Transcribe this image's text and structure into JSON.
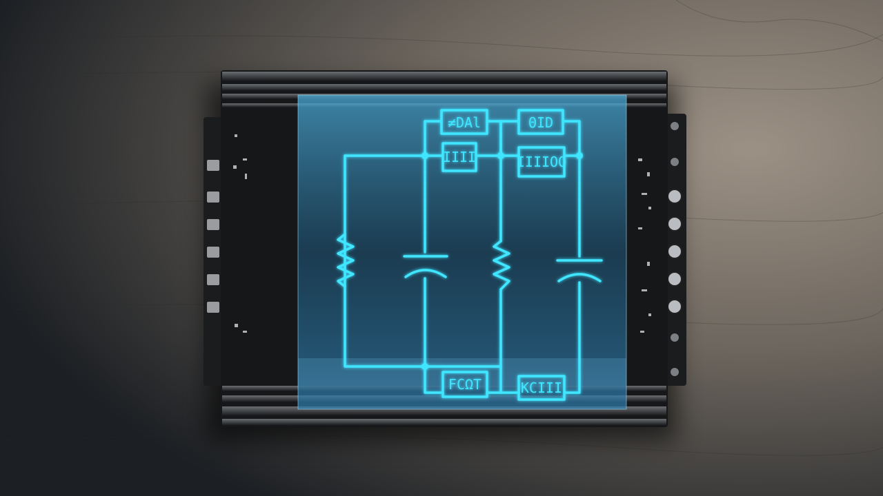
{
  "scene": {
    "description_labels": {
      "box_top_left": "≠DAl",
      "box_top_right": "ΘID",
      "box_mid_left": "IIII",
      "box_mid_right": "IIIIOO",
      "box_bottom_left": "FCΩT",
      "box_bottom_right": "KCIII"
    },
    "colors": {
      "wood_light": "#8f8478",
      "wood_dark": "#1f2226",
      "chassis": "#1a1b1d",
      "chassis_fin": "#5b5e62",
      "glass": "#2a6f95",
      "glow": "#3fe6ff"
    }
  }
}
